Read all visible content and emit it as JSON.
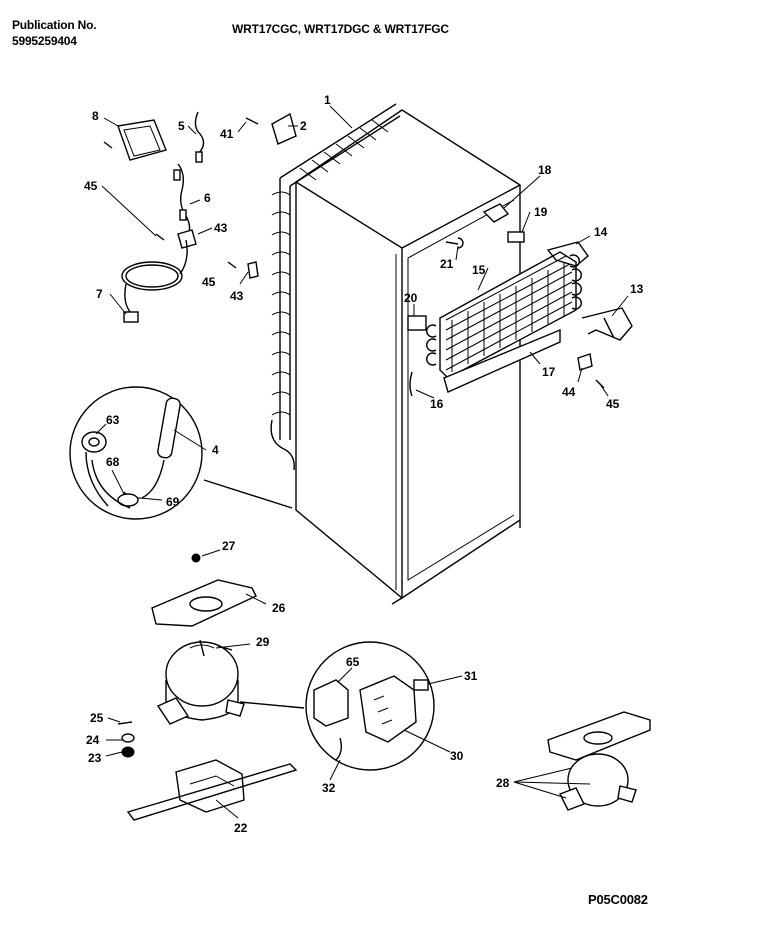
{
  "header": {
    "publication_label": "Publication No.",
    "publication_number": "5995259404",
    "models": "WRT17CGC, WRT17DGC & WRT17FGC"
  },
  "footer": {
    "diagram_code": "P05C0082"
  },
  "callouts": [
    "1",
    "2",
    "4",
    "5",
    "6",
    "7",
    "8",
    "13",
    "14",
    "15",
    "16",
    "17",
    "18",
    "19",
    "20",
    "21",
    "22",
    "23",
    "24",
    "25",
    "26",
    "27",
    "28",
    "29",
    "30",
    "31",
    "32",
    "41",
    "43",
    "43",
    "44",
    "45",
    "45",
    "45",
    "63",
    "65",
    "68",
    "69"
  ]
}
